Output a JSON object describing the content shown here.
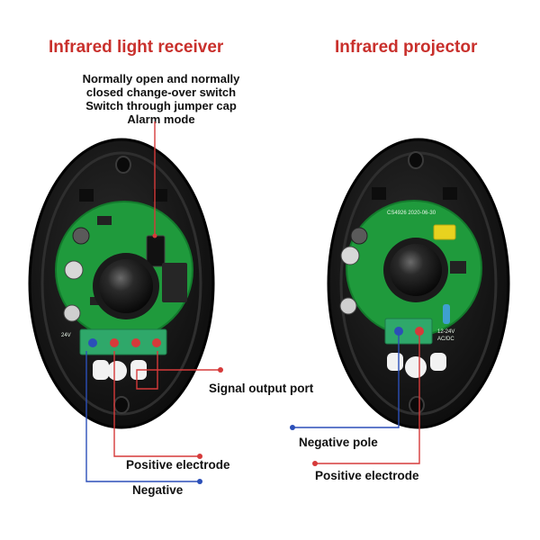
{
  "titles": {
    "receiver": "Infrared light receiver",
    "projector": "Infrared projector"
  },
  "receiver_mode": [
    "Normally open and normally",
    "closed change-over switch",
    "Switch through jumper cap",
    "Alarm mode"
  ],
  "labels": {
    "signal_output": "Signal output port",
    "positive_receiver": "Positive electrode",
    "negative_receiver": "Negative",
    "negative_projector": "Negative pole",
    "positive_projector": "Positive electrode"
  },
  "pcb_marks": {
    "projector_date": "CS4926 2020-06-30",
    "projector_voltage": "12-24V",
    "projector_acdc": "AC/DC",
    "receiver_voltage": "24V"
  },
  "colors": {
    "title_red": "#c9302c",
    "callout_red": "#d63a3a",
    "callout_blue": "#2b4fb8",
    "housing": "#141414",
    "pcb_green": "#1f9a3c",
    "terminal_green": "#2fa86a"
  }
}
